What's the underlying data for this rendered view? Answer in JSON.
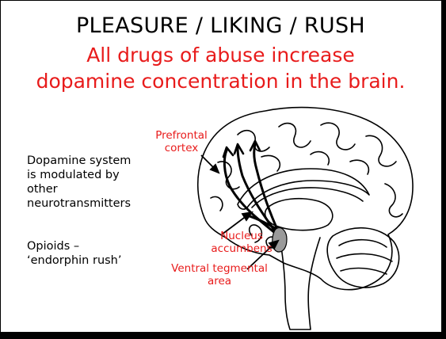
{
  "slide": {
    "title": "PLEASURE / LIKING / RUSH",
    "subtitle_line1": "All drugs of abuse increase",
    "subtitle_line2": "dopamine concentration in the brain.",
    "side_text": {
      "modulation_lines": [
        "Dopamine system",
        "is modulated by",
        "other",
        "neurotransmitters"
      ],
      "opioid_lines": [
        "Opioids –",
        "‘endorphin rush’"
      ]
    },
    "labels": {
      "prefrontal_cortex": [
        "Prefrontal",
        "cortex"
      ],
      "nucleus_accumbens": [
        "Nucleus",
        "accumbens"
      ],
      "ventral_tegmental_area": [
        "Ventral tegmental",
        "area"
      ]
    },
    "colors": {
      "title": "#000000",
      "emphasis": "#e81b1b",
      "linework": "#000000",
      "highlight_region": "#9a9a9a"
    }
  }
}
